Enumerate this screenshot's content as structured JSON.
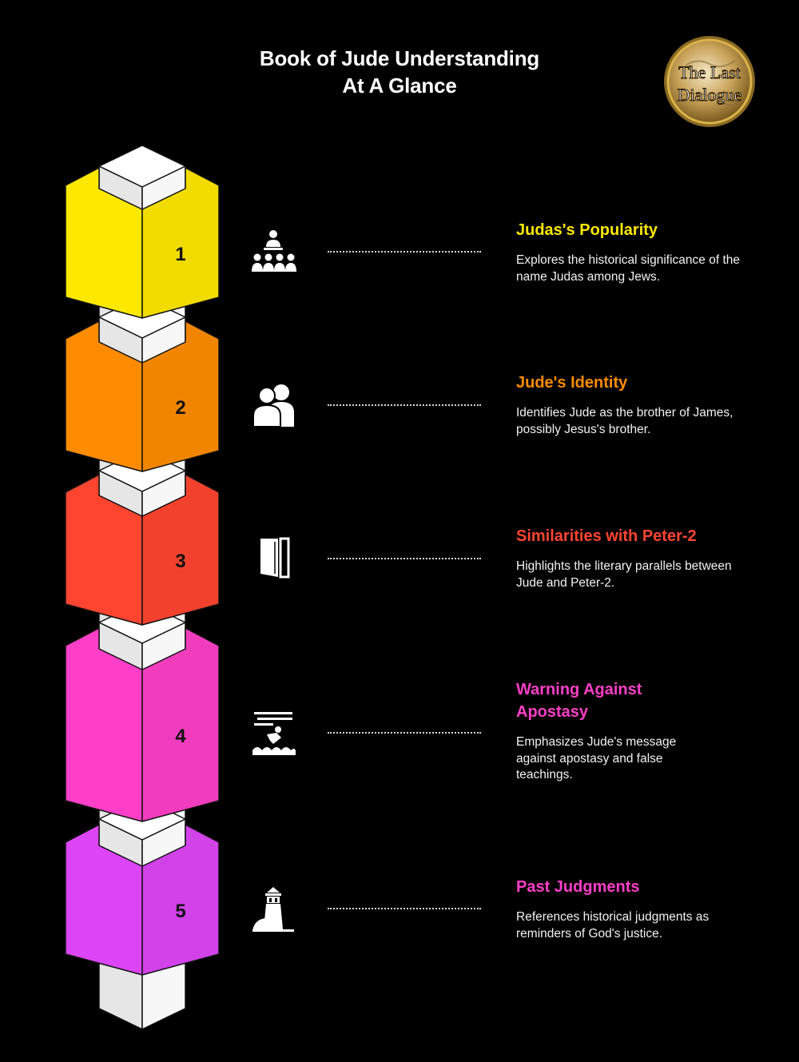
{
  "title": {
    "line1": "Book of Jude Understanding",
    "line2": "At A Glance"
  },
  "logo": {
    "line1": "The Last",
    "line2": "Dialogue"
  },
  "colors": {
    "background": "#000000",
    "connector": "#e6e6e6",
    "step1": "#ffe800",
    "step2": "#ff8c00",
    "step3": "#ff4530",
    "step4": "#ff3fc8",
    "step5": "#dc45f5"
  },
  "steps": [
    {
      "number": "1",
      "title": "Judas's Popularity",
      "description": "Explores the historical significance of the name Judas among Jews.",
      "icon": "group-meeting-icon",
      "color": "#ffe800"
    },
    {
      "number": "2",
      "title": "Jude's Identity",
      "description": "Identifies Jude as the brother of James, possibly Jesus's brother.",
      "icon": "two-people-icon",
      "color": "#ff8c00"
    },
    {
      "number": "3",
      "title": "Similarities with Peter-2",
      "description": "Highlights the literary parallels between Jude and Peter-2.",
      "icon": "book-icon",
      "color": "#ff4530"
    },
    {
      "number": "4",
      "title": "Warning Against Apostasy",
      "description": "Emphasizes Jude's message against apostasy and false teachings.",
      "icon": "drowning-person-icon",
      "color": "#ff3fc8"
    },
    {
      "number": "5",
      "title": "Past Judgments",
      "description": "References historical judgments as reminders of God's justice.",
      "icon": "lighthouse-icon",
      "color": "#dc45f5"
    }
  ]
}
